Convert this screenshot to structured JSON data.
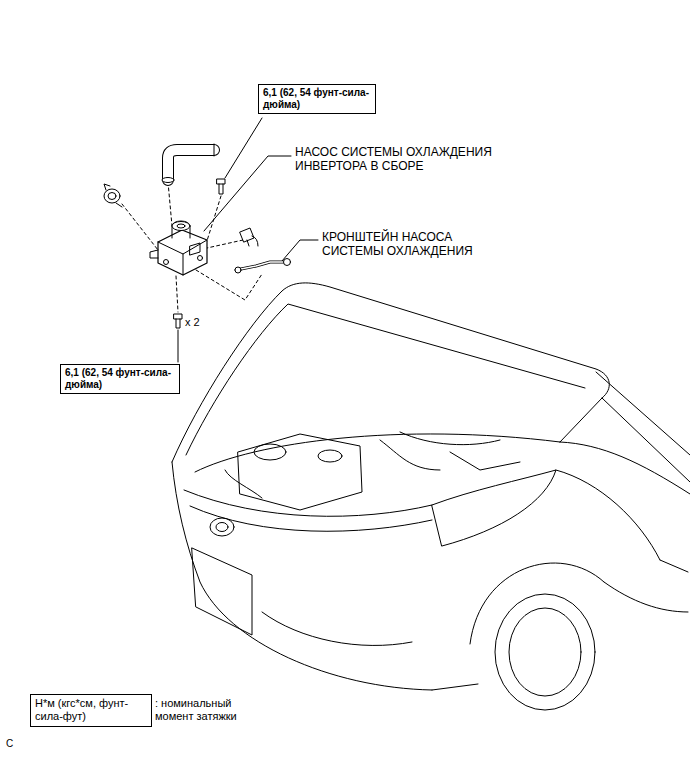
{
  "diagram": {
    "nodes": [
      {
        "text": [
          "6,1 (62, 54 фунт-сила-дюйма)"
        ]
      },
      {
        "text": [
          "6,1 (62, 54 фунт-сила-дюйма)"
        ]
      },
      {
        "text": [
          "Н*м (кгс*см, фунт-сила-фут)"
        ]
      }
    ],
    "edges": [],
    "labels": [
      "НАСОС СИСТЕМЫ ОХЛАЖДЕНИЯ ИНВЕРТОРА В СБОРЕ",
      "КРОНШТЕЙН НАСОСА СИСТЕМЫ ОХЛАЖДЕНИЯ",
      "x 2",
      ": номинальный момент затяжки",
      "C"
    ]
  }
}
